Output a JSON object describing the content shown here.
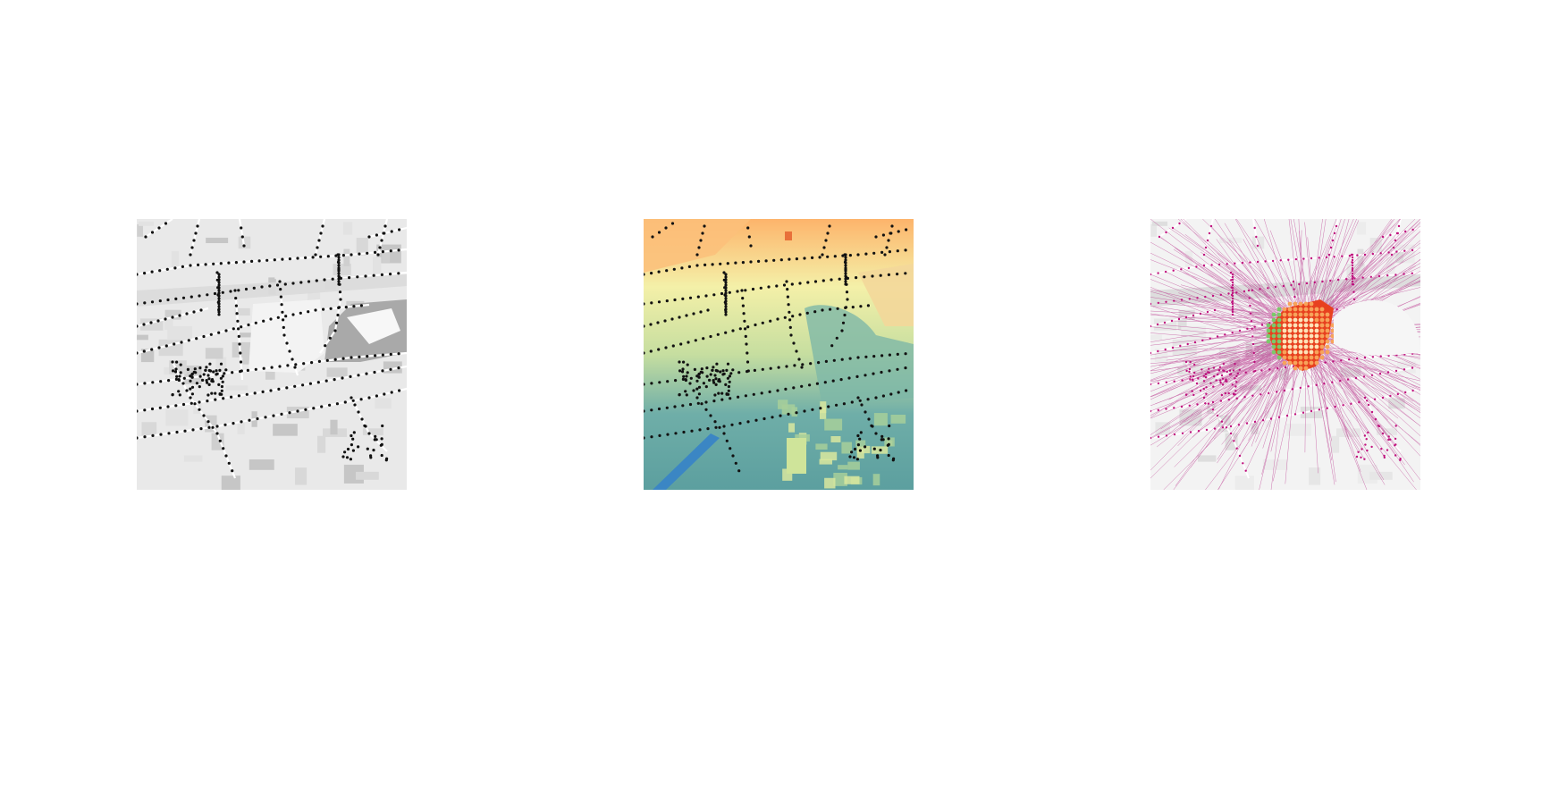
{
  "figure": {
    "panels": [
      {
        "id": "street-map",
        "basemap": "grayscale-street-map",
        "overlay": "point-grid",
        "point_color": "#111111"
      },
      {
        "id": "elevation-map",
        "basemap": "elevation-raster",
        "overlay": "point-grid",
        "point_color": "#111111",
        "colors": {
          "high": "#fdb46b",
          "mid": "#f4f0a8",
          "low": "#6faea8",
          "water": "#3b86c4"
        }
      },
      {
        "id": "connectivity-map",
        "basemap": "light-street-map",
        "overlay": "connection-lines",
        "point_color": "#c2137f",
        "colors": {
          "lines": "#b0127a",
          "cluster_hot": "#e8411f",
          "cluster_warm": "#f7a35a",
          "cluster_cool": "#7bc96a"
        }
      }
    ]
  }
}
